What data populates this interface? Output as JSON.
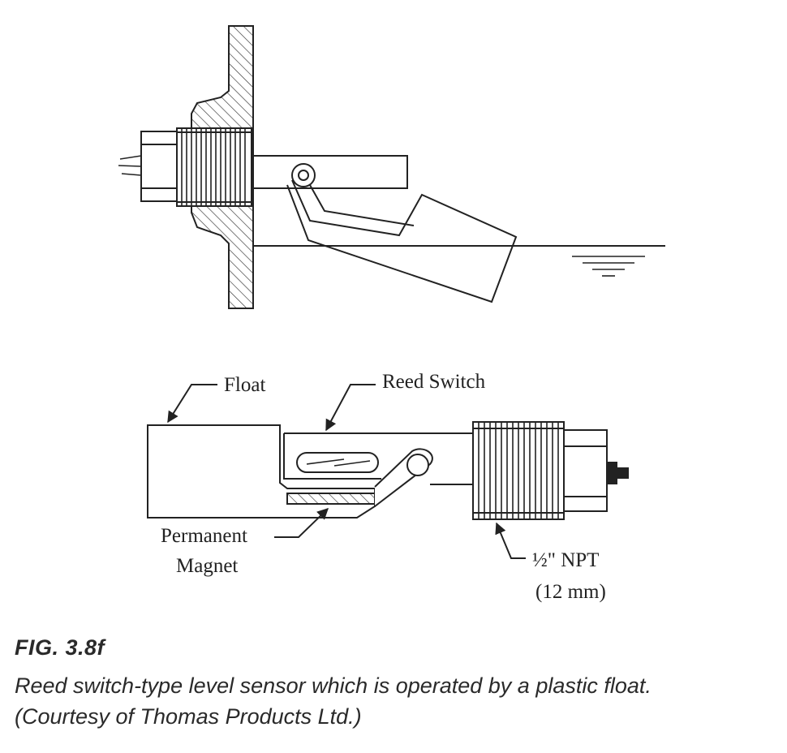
{
  "labels": {
    "float": "Float",
    "reed_switch": "Reed Switch",
    "magnet_line1": "Permanent",
    "magnet_line2": "Magnet",
    "npt_line1": "½\" NPT",
    "npt_line2": "(12 mm)"
  },
  "caption": {
    "number": "FIG. 3.8f",
    "line1": "Reed switch-type level sensor which is operated by a plastic float.",
    "line2": "(Courtesy of Thomas Products Ltd.)"
  }
}
